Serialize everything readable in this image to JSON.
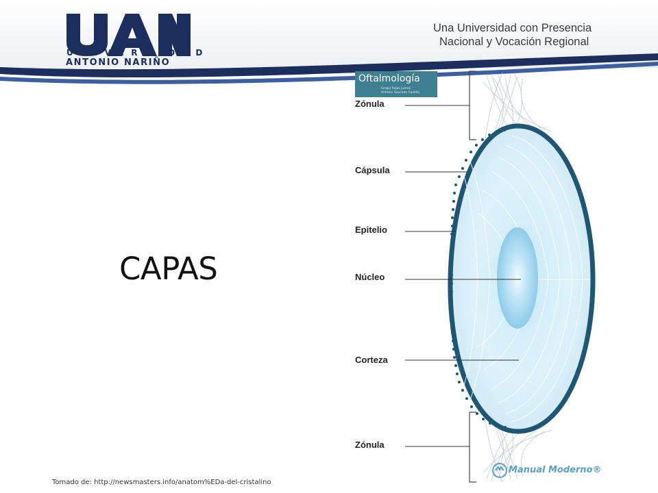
{
  "header": {
    "logo_mark": "UAN",
    "logo_line1": "UNIVERSIDAD",
    "logo_line2": "ANTONIO NARIÑO",
    "tagline_line1": "Una Universidad con Presencia",
    "tagline_line2": "Nacional y Vocación Regional"
  },
  "slide": {
    "title": "CAPAS",
    "source": "Tomado de: http://newsmasters.info/anatom%EDa-del-cristalino"
  },
  "figure": {
    "publisher_badge": "Oftalmología",
    "publisher_badge_line1": "Sergio Rojas Juárez",
    "publisher_badge_line2": "Antonio Saucedo Castillo",
    "labels": {
      "zonula_top": "Zónula",
      "capsula": "Cápsula",
      "epitelio": "Epitelio",
      "nucleo": "Núcleo",
      "corteza": "Corteza",
      "zonula_bottom": "Zónula"
    },
    "credit": "Manual Moderno®"
  },
  "colors": {
    "brand_navy": "#1b2e5e",
    "capsule": "#1e5674",
    "lens_light": "#e4f4fc",
    "nucleus": "#9fd5ef"
  }
}
